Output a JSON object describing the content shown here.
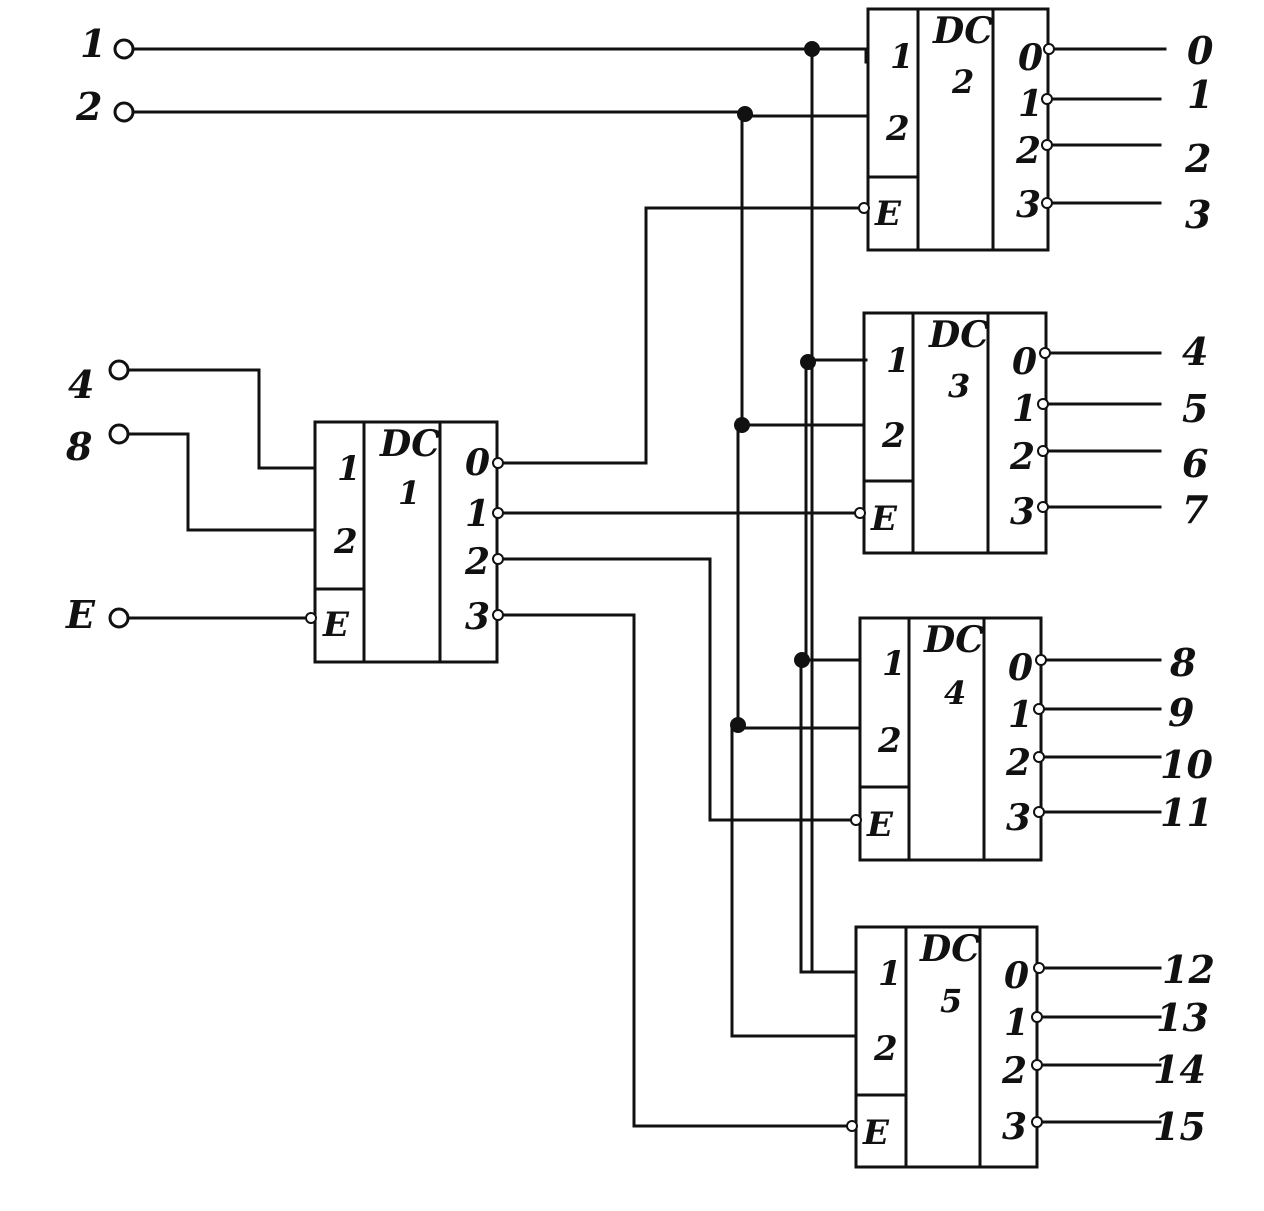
{
  "inputs": {
    "in_1": "1",
    "in_2": "2",
    "in_4": "4",
    "in_8": "8",
    "in_e": "E"
  },
  "decoders": [
    {
      "id": "DC1",
      "title": "DC",
      "number": "1",
      "inputs": [
        "1",
        "2"
      ],
      "enable": "E",
      "outputs": [
        "0",
        "1",
        "2",
        "3"
      ]
    },
    {
      "id": "DC2",
      "title": "DC",
      "number": "2",
      "inputs": [
        "1",
        "2"
      ],
      "enable": "E",
      "outputs": [
        "0",
        "1",
        "2",
        "3"
      ]
    },
    {
      "id": "DC3",
      "title": "DC",
      "number": "3",
      "inputs": [
        "1",
        "2"
      ],
      "enable": "E",
      "outputs": [
        "0",
        "1",
        "2",
        "3"
      ]
    },
    {
      "id": "DC4",
      "title": "DC",
      "number": "4",
      "inputs": [
        "1",
        "2"
      ],
      "enable": "E",
      "outputs": [
        "0",
        "1",
        "2",
        "3"
      ]
    },
    {
      "id": "DC5",
      "title": "DC",
      "number": "5",
      "inputs": [
        "1",
        "2"
      ],
      "enable": "E",
      "outputs": [
        "0",
        "1",
        "2",
        "3"
      ]
    }
  ],
  "output_labels": [
    "0",
    "1",
    "2",
    "3",
    "4",
    "5",
    "6",
    "7",
    "8",
    "9",
    "10",
    "11",
    "12",
    "13",
    "14",
    "15"
  ]
}
